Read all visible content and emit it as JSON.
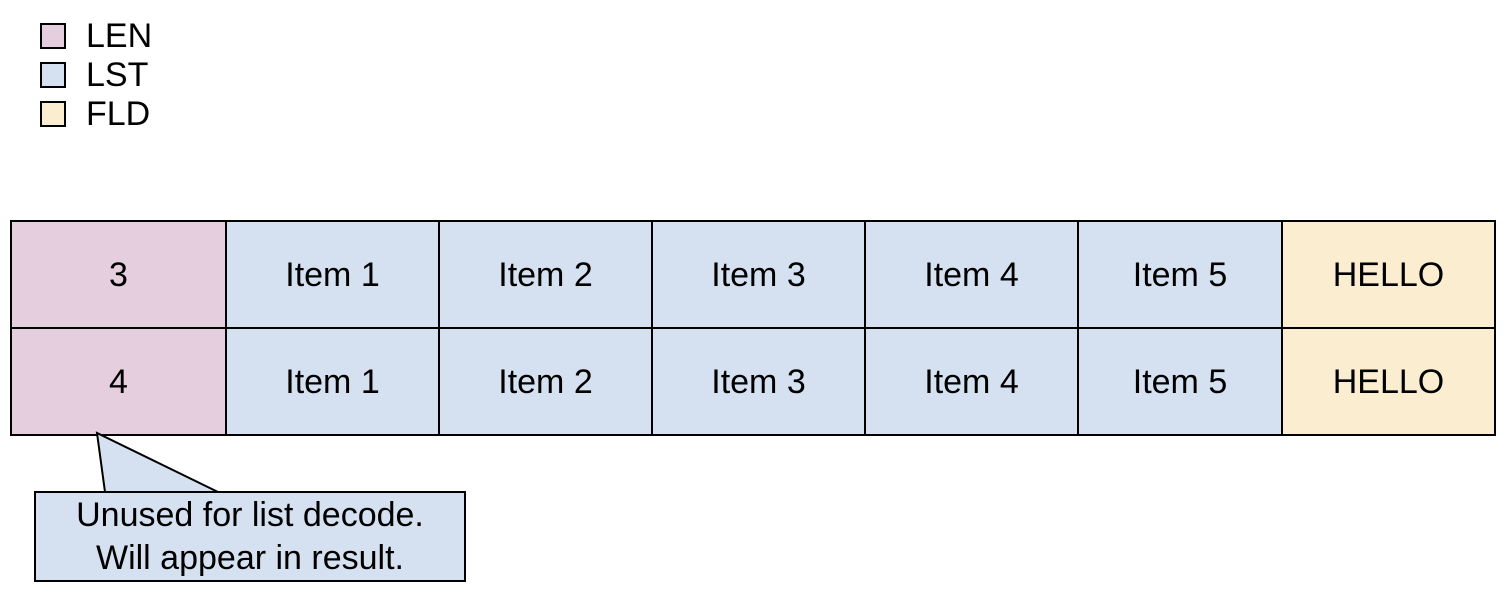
{
  "legend": {
    "items": [
      {
        "label": "LEN",
        "color": "#e5cedd",
        "swatch_name": "legend-swatch-len"
      },
      {
        "label": "LST",
        "color": "#d5e1f0",
        "swatch_name": "legend-swatch-lst"
      },
      {
        "label": "FLD",
        "color": "#fbeed0",
        "swatch_name": "legend-swatch-fld"
      }
    ]
  },
  "table": {
    "rows": [
      {
        "len": "3",
        "items": [
          "Item 1",
          "Item 2",
          "Item 3",
          "Item 4",
          "Item 5"
        ],
        "fld": "HELLO"
      },
      {
        "len": "4",
        "items": [
          "Item 1",
          "Item 2",
          "Item 3",
          "Item 4",
          "Item 5"
        ],
        "fld": "HELLO"
      }
    ]
  },
  "callout": {
    "line1": "Unused for list decode.",
    "line2": "Will appear in result.",
    "fill": "#d5e1f0",
    "border": "#000000"
  },
  "colors": {
    "len_fill": "#e5cedd",
    "lst_fill": "#d5e1f0",
    "fld_fill": "#fbeed0",
    "stroke": "#000000",
    "background": "#ffffff"
  }
}
